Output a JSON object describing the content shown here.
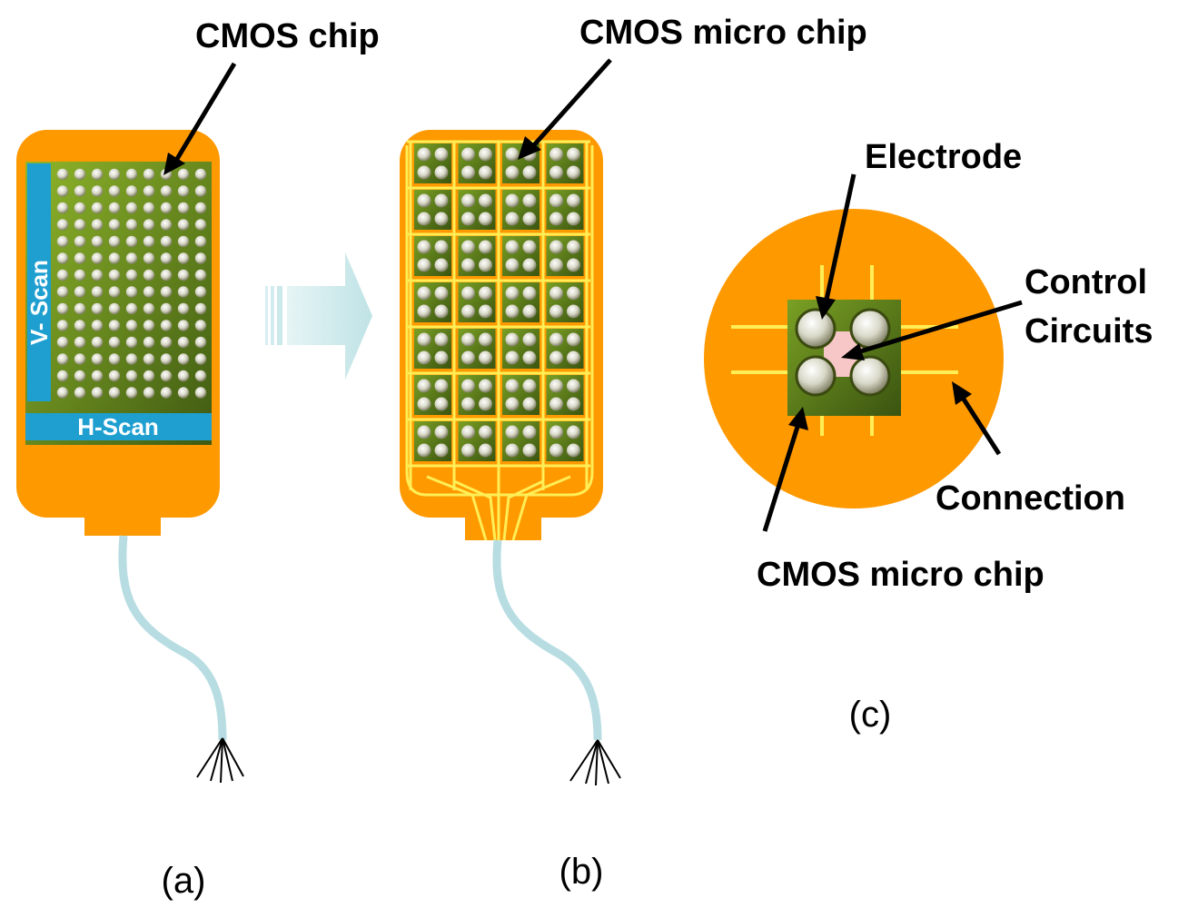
{
  "labels": {
    "cmos_chip": "CMOS chip",
    "cmos_micro_chip_b": "CMOS micro chip",
    "v_scan": "V- Scan",
    "h_scan": "H-Scan",
    "electrode": "Electrode",
    "control": "Control",
    "circuits": "Circuits",
    "connection": "Connection",
    "cmos_micro_chip_c": "CMOS micro chip"
  },
  "captions": {
    "a": "(a)",
    "b": "(b)",
    "c": "(c)"
  },
  "colors": {
    "substrate": "#ff9900",
    "chip_green": "#6f8f1f",
    "scan_blue": "#1e9fd0",
    "wiring": "#ffee55",
    "cable": "#b7dde2",
    "arrow_fill": "#bfe3e6",
    "control_pink": "#f7c6c6"
  }
}
